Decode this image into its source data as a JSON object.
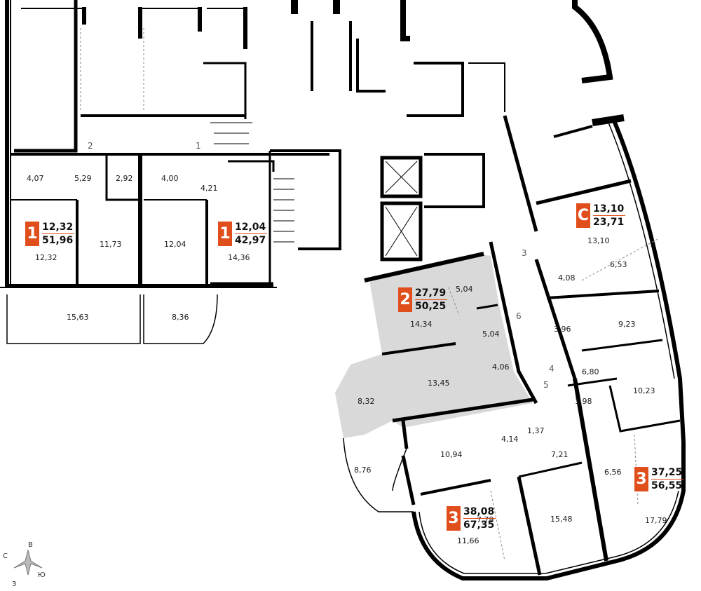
{
  "apartments": [
    {
      "rooms": "1",
      "living": "12,32",
      "total": "51,96"
    },
    {
      "rooms": "1",
      "living": "12,04",
      "total": "42,97"
    },
    {
      "rooms": "2",
      "living": "27,79",
      "total": "50,25"
    },
    {
      "rooms": "C",
      "living": "13,10",
      "total": "23,71"
    },
    {
      "rooms": "3",
      "living": "38,08",
      "total": "67,35"
    },
    {
      "rooms": "3",
      "living": "37,25",
      "total": "56,55"
    }
  ],
  "room_areas": [
    "4,07",
    "5,29",
    "2,92",
    "4,00",
    "4,21",
    "11,73",
    "12,04",
    "14,36",
    "12,32",
    "15,63",
    "8,36",
    "5,04",
    "14,34",
    "5,04",
    "4,06",
    "13,45",
    "8,32",
    "13,10",
    "6,53",
    "4,08",
    "3,96",
    "9,23",
    "6,80",
    "10,23",
    "1,98",
    "1,37",
    "4,14",
    "10,94",
    "7,21",
    "8,76",
    "6,56",
    "17,79",
    "7,79",
    "15,48",
    "11,66"
  ],
  "stair_numbers": [
    "1",
    "2",
    "3",
    "4",
    "5",
    "6"
  ],
  "compass": {
    "north": "В",
    "east": "Ю",
    "south": "З",
    "west": "С"
  },
  "colors": {
    "accent": "#e04e1c",
    "highlight_fill": "#d9d9d9",
    "wall": "#000000"
  }
}
